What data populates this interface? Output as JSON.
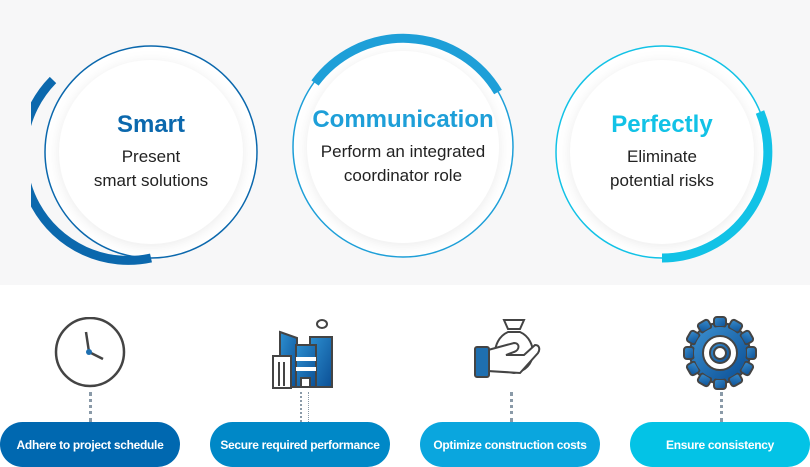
{
  "circles": [
    {
      "title": "Smart",
      "desc": "Present\nsmart solutions",
      "color": "#0b68ad"
    },
    {
      "title": "Communication",
      "desc": "Perform an integrated\ncoordinator role",
      "color": "#1e9fd8"
    },
    {
      "title": "Perfectly",
      "desc": "Eliminate\npotential risks",
      "color": "#12c2e6"
    }
  ],
  "items": [
    {
      "label": "Adhere to project schedule",
      "icon": "clock-icon",
      "color": "#0068b0"
    },
    {
      "label": "Secure required performance",
      "icon": "buildings-icon",
      "color": "#0088c7"
    },
    {
      "label": "Optimize construction costs",
      "icon": "money-bag-hand-icon",
      "color": "#0aa6de"
    },
    {
      "label": "Ensure consistency",
      "icon": "gear-icon",
      "color": "#03c3e6"
    }
  ]
}
